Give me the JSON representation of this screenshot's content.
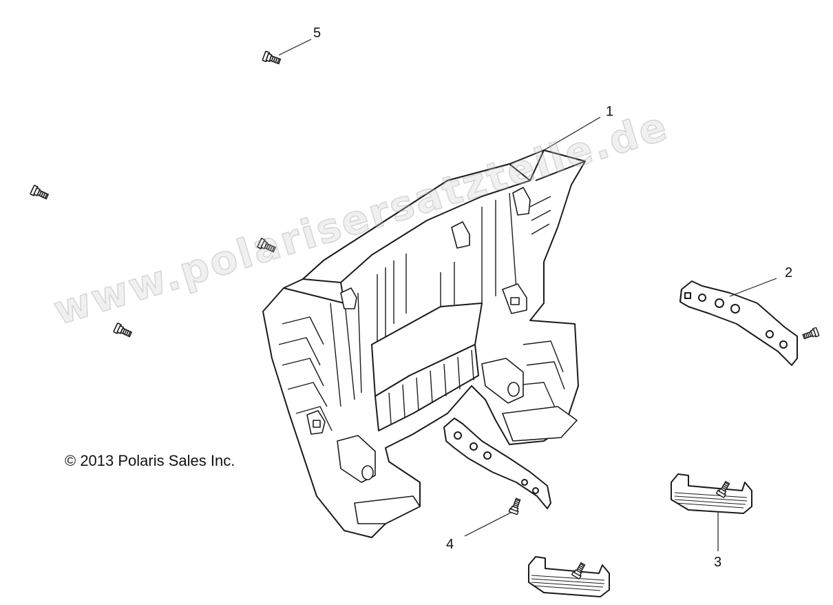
{
  "copyright": "© 2013 Polaris Sales Inc.",
  "watermark": "www.polarisersatzteile.de",
  "callouts": {
    "c1": "1",
    "c2": "2",
    "c3": "3",
    "c4": "4",
    "c5": "5"
  },
  "colors": {
    "line": "#1a1a1a",
    "fill": "#ffffff",
    "watermark": "#c8c8c8"
  }
}
